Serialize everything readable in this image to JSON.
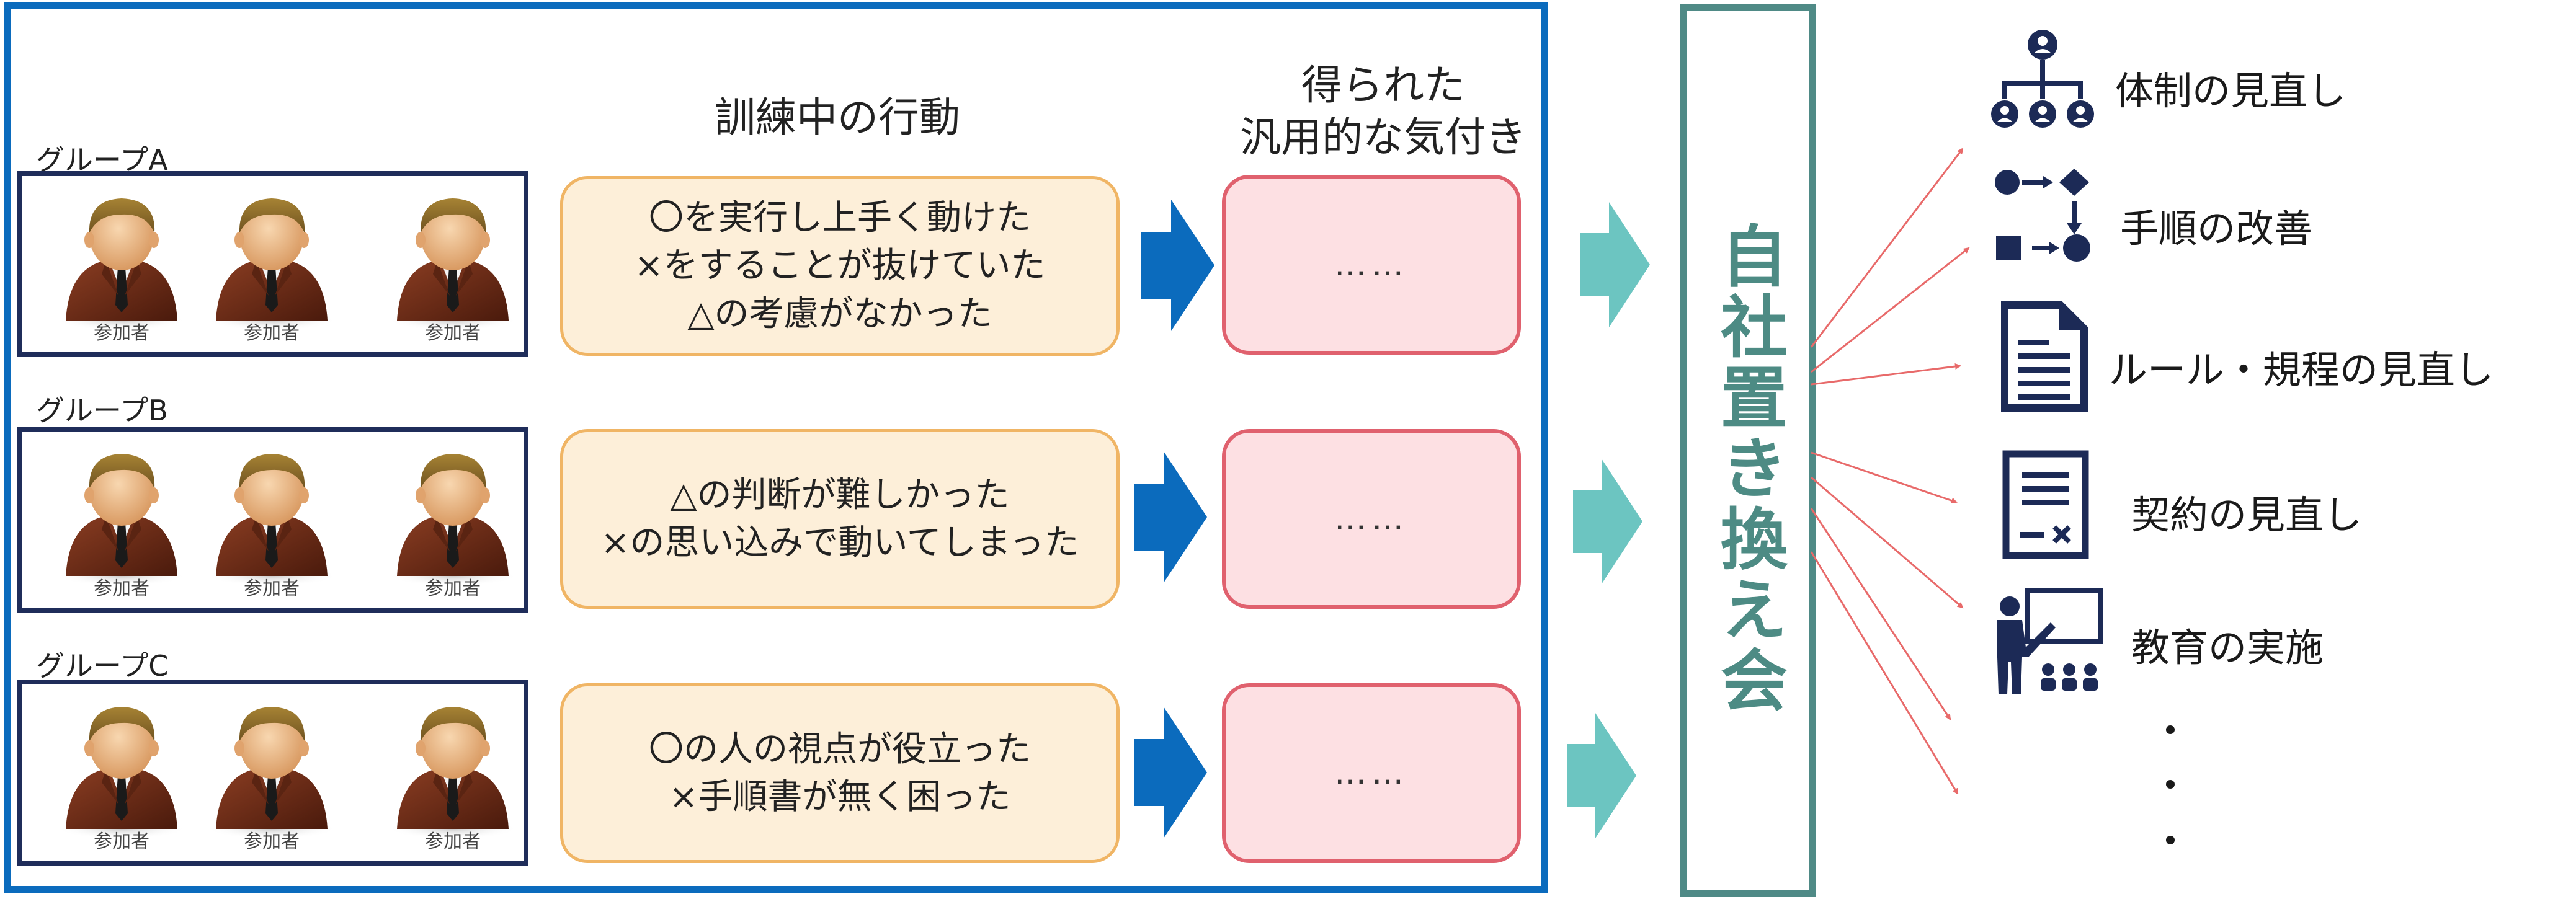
{
  "headers": {
    "action": "訓練中の行動",
    "insight_line1": "得られた",
    "insight_line2": "汎用的な気付き"
  },
  "groups": [
    {
      "label": "グループA",
      "participants": [
        "参加者",
        "参加者",
        "参加者"
      ],
      "actions": [
        "〇を実行し上手く動けた",
        "×をすることが抜けていた",
        "△の考慮がなかった"
      ],
      "insight": "……"
    },
    {
      "label": "グループB",
      "participants": [
        "参加者",
        "参加者",
        "参加者"
      ],
      "actions": [
        "△の判断が難しかった",
        "×の思い込みで動いてしまった"
      ],
      "insight": "……"
    },
    {
      "label": "グループC",
      "participants": [
        "参加者",
        "参加者",
        "参加者"
      ],
      "actions": [
        "〇の人の視点が役立った",
        "×手順書が無く困った"
      ],
      "insight": "……"
    }
  ],
  "meeting": {
    "title": "自社置き換え会"
  },
  "outcomes": [
    {
      "label": "体制の見直し",
      "icon": "org-chart-icon"
    },
    {
      "label": "手順の改善",
      "icon": "process-flow-icon"
    },
    {
      "label": "ルール・規程の見直し",
      "icon": "document-icon"
    },
    {
      "label": "契約の見直し",
      "icon": "contract-icon"
    },
    {
      "label": "教育の実施",
      "icon": "teacher-icon"
    }
  ],
  "colors": {
    "frame_blue": "#0b6bbd",
    "group_navy": "#1f2d5a",
    "action_fill": "#fdefd9",
    "action_border": "#f0b565",
    "insight_fill": "#fde0e3",
    "insight_border": "#e0616e",
    "teal": "#6cc5c1",
    "meeting_green": "#4d8b84",
    "icon_navy": "#1c2a56",
    "fan_red": "#e86a6a"
  }
}
